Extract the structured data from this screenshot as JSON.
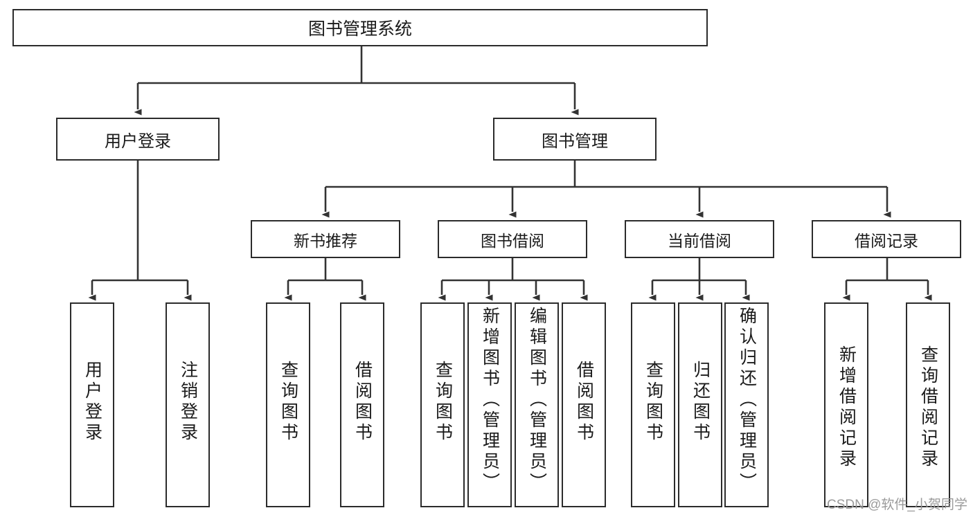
{
  "diagram": {
    "title": "图书管理系统",
    "type": "hierarchy-tree",
    "watermark": "CSDN @软件_小贺同学",
    "colors": {
      "background": "#ffffff",
      "box_border": "#2b2b2b",
      "edge": "#333333",
      "text": "#1a1a1a",
      "watermark": "#9a9a9a"
    },
    "nodes": {
      "root": {
        "label": "图书管理系统"
      },
      "level2": [
        {
          "label": "用户登录"
        },
        {
          "label": "图书管理"
        }
      ],
      "level3": [
        {
          "label": "新书推荐"
        },
        {
          "label": "图书借阅"
        },
        {
          "label": "当前借阅"
        },
        {
          "label": "借阅记录"
        }
      ],
      "leaves": {
        "user_login": [
          {
            "label": "用户登录"
          },
          {
            "label": "注销登录"
          }
        ],
        "new_book": [
          {
            "label": "查询图书"
          },
          {
            "label": "借阅图书"
          }
        ],
        "book_borrow": [
          {
            "label": "查询图书"
          },
          {
            "label": "新增图书（管理员）"
          },
          {
            "label": "编辑图书（管理员）"
          },
          {
            "label": "借阅图书"
          }
        ],
        "current_borrow": [
          {
            "label": "查询图书"
          },
          {
            "label": "归还图书"
          },
          {
            "label": "确认归还（管理员）"
          }
        ],
        "borrow_record": [
          {
            "label": "新增借阅记录"
          },
          {
            "label": "查询借阅记录"
          }
        ]
      }
    }
  }
}
